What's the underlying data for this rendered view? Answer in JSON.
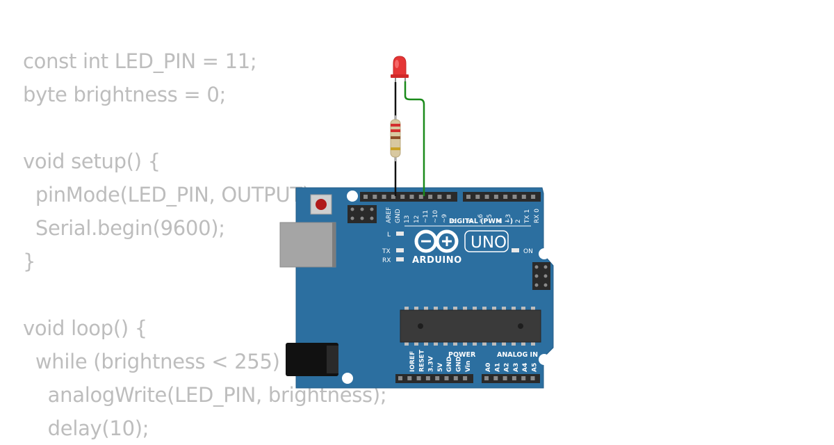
{
  "code": {
    "lines": [
      "const int LED_PIN = 11;",
      "byte brightness = 0;",
      "",
      "void setup() {",
      "  pinMode(LED_PIN, OUTPUT);",
      "  Serial.begin(9600);",
      "}",
      "",
      "void loop() {",
      "  while (brightness < 255) {",
      "    analogWrite(LED_PIN, brightness);",
      "    delay(10);"
    ]
  },
  "board": {
    "brand": "ARDUINO",
    "model": "UNO",
    "digital_header_label": "DIGITAL (PWM ~)",
    "digital_pins": [
      "AREF",
      "GND",
      "13",
      "12",
      "~11",
      "~10",
      "~9",
      "8",
      "7",
      "~6",
      "~5",
      "4",
      "~3",
      "2",
      "TX 1",
      "RX 0"
    ],
    "power_label": "POWER",
    "power_pins": [
      "IOREF",
      "RESET",
      "3.3V",
      "5V",
      "GND",
      "GND",
      "Vin"
    ],
    "analog_label": "ANALOG IN",
    "analog_pins": [
      "A0",
      "A1",
      "A2",
      "A3",
      "A4",
      "A5"
    ],
    "led_l": "L",
    "led_tx": "TX",
    "led_rx": "RX",
    "led_on": "ON"
  },
  "colors": {
    "board": "#2c6fa0",
    "led": "#e53535",
    "wire_green": "#1a8a1a",
    "wire_black": "#111111",
    "code_text": "#bdbdbd"
  }
}
